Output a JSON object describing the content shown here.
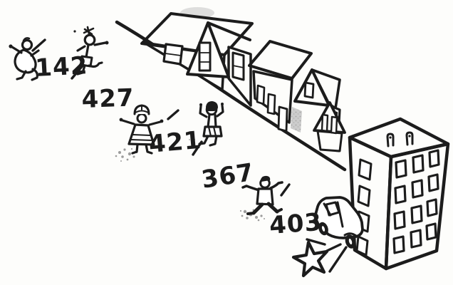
{
  "scene": {
    "paper_color": "#fdfdfb",
    "ink_color": "#1c1c1c",
    "roof_shade_color": "#c7c7c7",
    "wall_shade_color": "#bcbcbc",
    "dust_color": "#8b8b8b"
  },
  "bib_numbers": {
    "far_left_pair": "142",
    "upper_middle": "427",
    "skirt_runner": "421",
    "middle_runner": "367",
    "near_building": "403"
  }
}
